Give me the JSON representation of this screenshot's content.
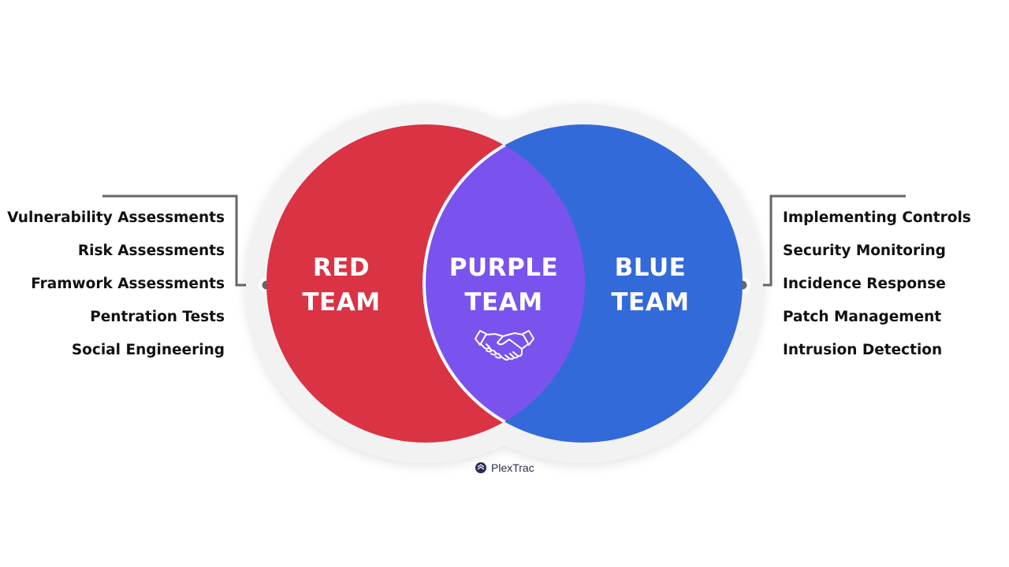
{
  "red_team": {
    "title_line1": "RED",
    "title_line2": "TEAM",
    "color": "#d93344",
    "items": [
      "Vulnerability Assessments",
      "Risk Assessments",
      "Framwork Assessments",
      "Pentration Tests",
      "Social Engineering"
    ]
  },
  "purple_team": {
    "title_line1": "PURPLE",
    "title_line2": "TEAM",
    "color": "#7a53ee",
    "icon": "handshake-icon"
  },
  "blue_team": {
    "title_line1": "BLUE",
    "title_line2": "TEAM",
    "color": "#336ad9",
    "items": [
      "Implementing Controls",
      "Security Monitoring",
      "Incidence Response",
      "Patch Management",
      "Intrusion Detection"
    ]
  },
  "brand": {
    "name": "PlexTrac",
    "icon": "plextrac-logo-icon"
  },
  "colors": {
    "outline": "#f2f2f2",
    "connector": "#666666"
  }
}
